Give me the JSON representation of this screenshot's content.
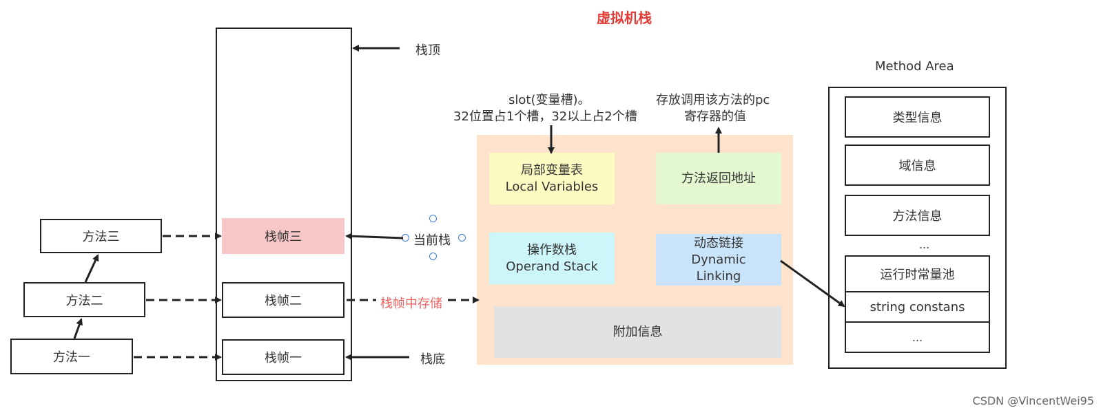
{
  "title": "虚拟机栈",
  "stack": {
    "top_label": "栈顶",
    "bottom_label": "栈底",
    "current_label": "当前栈",
    "frames": [
      "栈帧三",
      "栈帧二",
      "栈帧一"
    ]
  },
  "methods": [
    "方法三",
    "方法二",
    "方法一"
  ],
  "frame_storage_label": "栈帧中存储",
  "frame_detail": {
    "local_variables": {
      "line1": "局部变量表",
      "line2": "Local Variables"
    },
    "return_address": "方法返回地址",
    "operand_stack": {
      "line1": "操作数栈",
      "line2": "Operand Stack"
    },
    "dynamic_linking": {
      "line1": "动态链接",
      "line2": "Dynamic",
      "line3": "Linking"
    },
    "extra_info": "附加信息",
    "slot_note": {
      "line1": "slot(变量槽)。",
      "line2": "32位置占1个槽，32以上占2个槽"
    },
    "pc_note": {
      "line1": "存放调用该方法的pc",
      "line2": "寄存器的值"
    }
  },
  "method_area": {
    "title": "Method Area",
    "items": [
      "类型信息",
      "域信息",
      "方法信息"
    ],
    "ellipsis": "...",
    "pool": [
      "运行时常量池",
      "string constans",
      "..."
    ]
  },
  "watermark": "CSDN @VincentWei95",
  "colors": {
    "title_red": "#e53935",
    "frame_three_fill": "#f8c8c8",
    "detail_bg": "#fde3cc",
    "local_vars_fill": "#fdfbc2",
    "return_addr_fill": "#e3f7d0",
    "operand_fill": "#cdf6fb",
    "dynamic_fill": "#c9e4fa",
    "extra_fill": "#e2e2e2",
    "handle_blue": "#3a7bd5"
  }
}
